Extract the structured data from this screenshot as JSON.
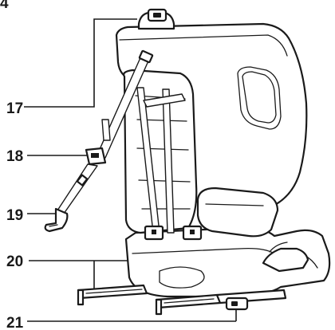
{
  "labels": {
    "top": "4",
    "headrest_adjuster": "17",
    "belt_guide": "18",
    "belt_hook": "19",
    "isofix_arms": "20",
    "release_button": "21"
  }
}
